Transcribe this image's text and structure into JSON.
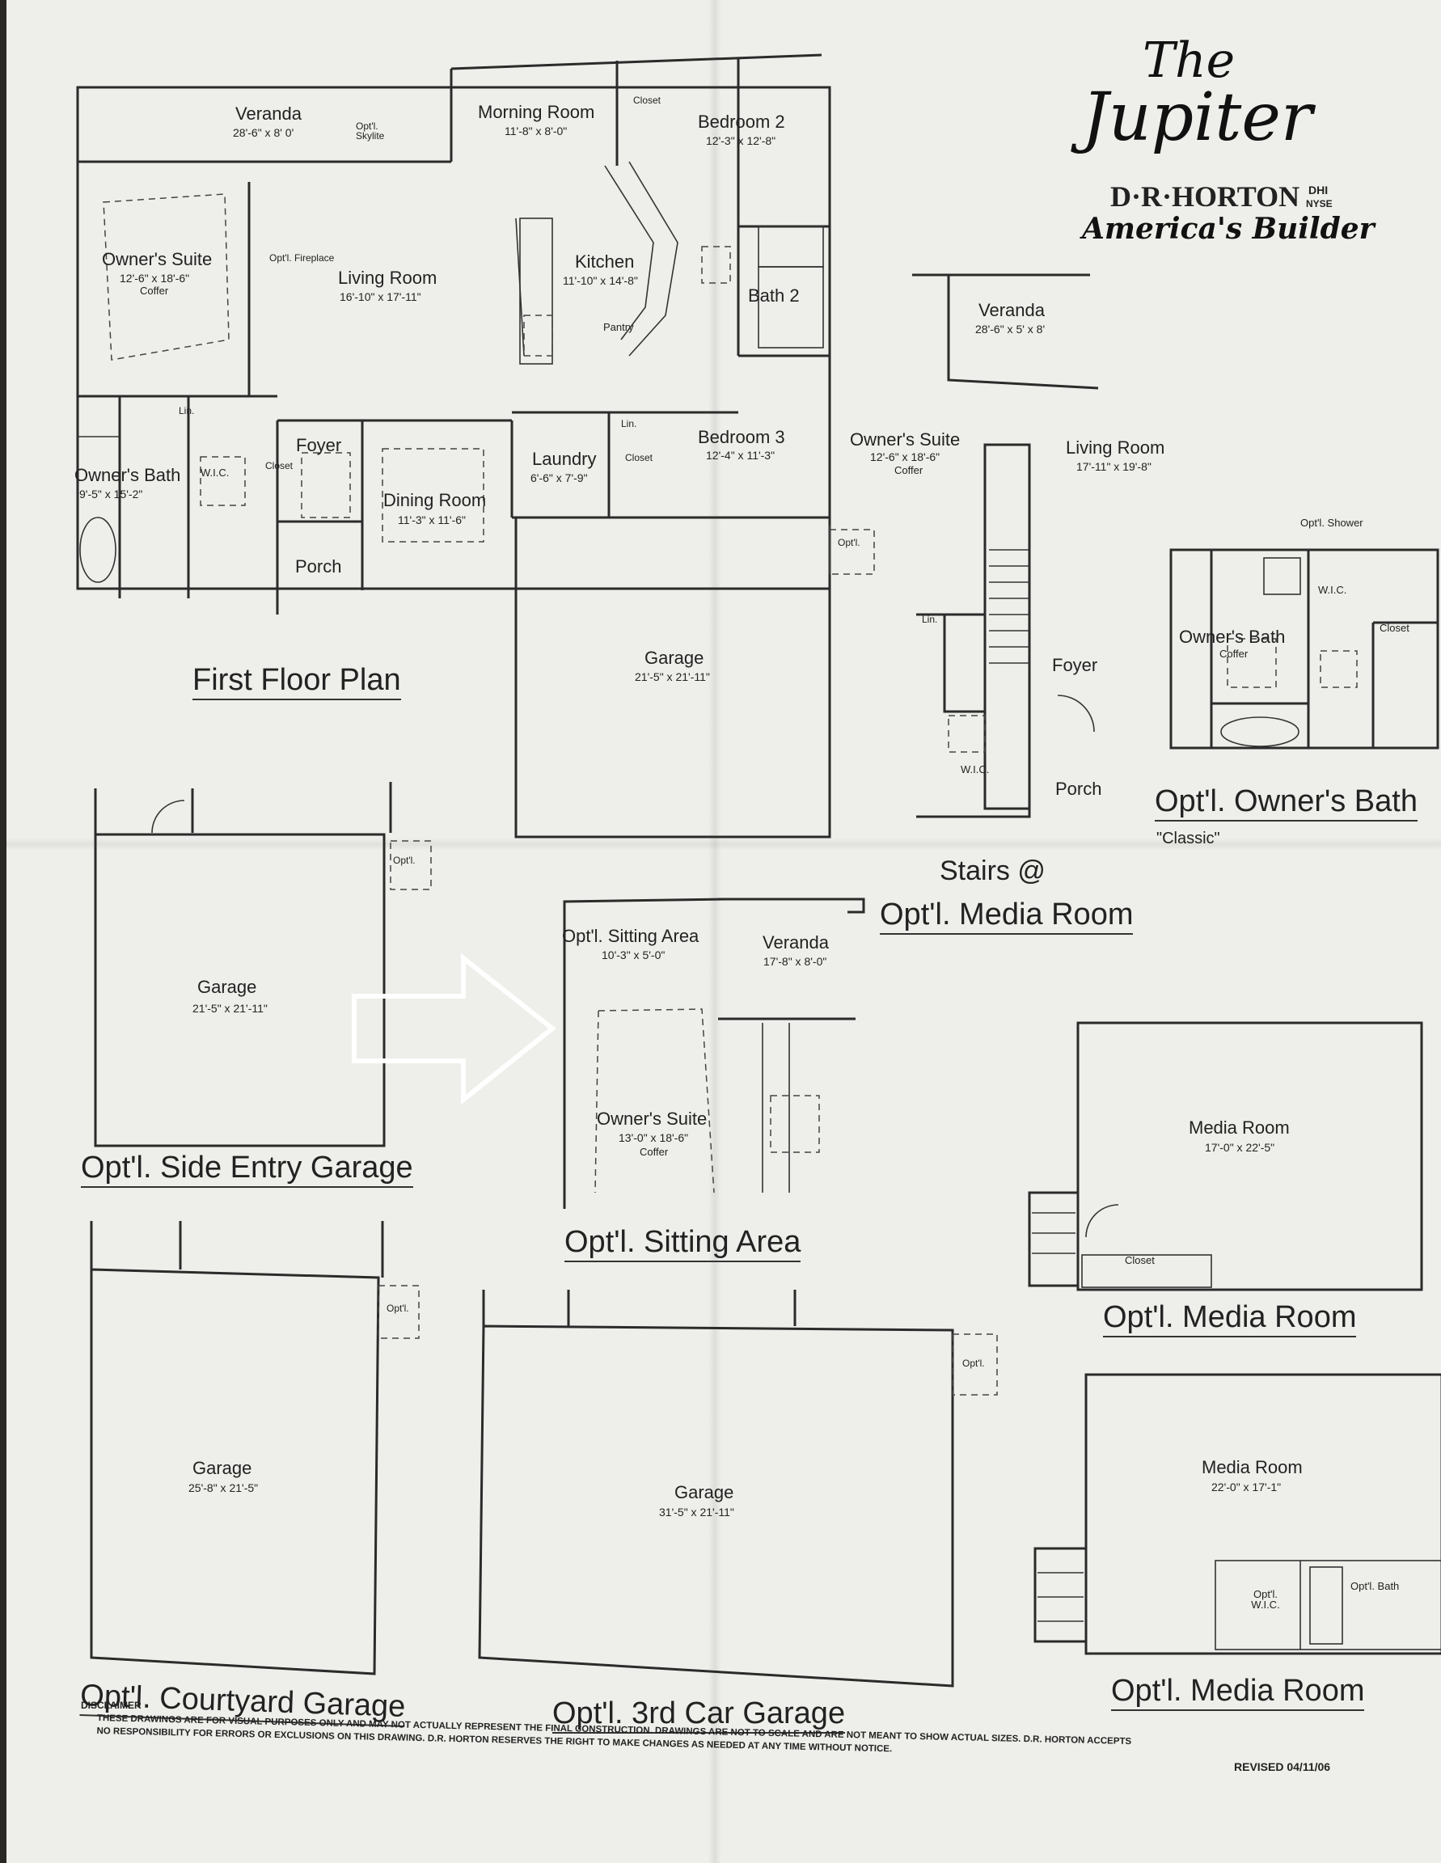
{
  "brand": {
    "title_the": "The",
    "title_name": "Jupiter",
    "company": "D·R·HORTON",
    "exchange_top": "DHI",
    "exchange_bottom": "NYSE",
    "tagline": "America's Builder"
  },
  "plans": {
    "first_floor": "First Floor Plan",
    "stairs_media_line1": "Stairs @",
    "stairs_media_line2": "Opt'l. Media Room",
    "opt_owners_bath": "Opt'l. Owner's Bath",
    "opt_owners_bath_sub": "\"Classic\"",
    "side_entry_garage": "Opt'l. Side Entry Garage",
    "sitting_area": "Opt'l. Sitting Area",
    "media_room_1": "Opt'l. Media Room",
    "courtyard_garage": "Opt'l. Courtyard Garage",
    "third_car_garage": "Opt'l. 3rd Car Garage",
    "media_room_2": "Opt'l. Media Room"
  },
  "first_floor_rooms": {
    "veranda": "Veranda",
    "veranda_dim": "28'-6\" x 8' 0'",
    "skylite": "Opt'l. Skylite",
    "morning_room": "Morning Room",
    "morning_room_dim": "11'-8\" x 8'-0\"",
    "closet_top": "Closet",
    "bedroom2": "Bedroom 2",
    "bedroom2_dim": "12'-3\" x 12'-8\"",
    "owners_suite": "Owner's Suite",
    "owners_suite_dim": "12'-6\" x 18'-6\"",
    "owners_suite_note": "Coffer",
    "fireplace": "Opt'l. Fireplace",
    "living_room": "Living Room",
    "living_room_dim": "16'-10\" x 17'-11\"",
    "kitchen": "Kitchen",
    "kitchen_dim": "11'-10\" x 14'-8\"",
    "pantry": "Pantry",
    "bath2": "Bath 2",
    "lin": "Lin.",
    "owners_bath": "Owner's Bath",
    "owners_bath_dim": "9'-5\" x 15'-2\"",
    "wic": "W.I.C.",
    "closet_foyer": "Closet",
    "foyer": "Foyer",
    "dining_room": "Dining Room",
    "dining_room_dim": "11'-3\" x 11'-6\"",
    "laundry": "Laundry",
    "laundry_dim": "6'-6\" x 7'-9\"",
    "lin2": "Lin.",
    "closet_laundry": "Closet",
    "bedroom3": "Bedroom 3",
    "bedroom3_dim": "12'-4\" x 11'-3\"",
    "porch": "Porch",
    "garage": "Garage",
    "garage_dim": "21'-5\" x 21'-11\"",
    "optl": "Opt'l."
  },
  "stairs_plan": {
    "veranda": "Veranda",
    "veranda_dim": "28'-6\" x 5' x 8'",
    "owners_suite": "Owner's Suite",
    "owners_suite_dim": "12'-6\" x 18'-6\"",
    "owners_suite_note": "Coffer",
    "living_room": "Living Room",
    "living_room_dim": "17'-11\" x 19'-8\"",
    "lin": "Lin.",
    "foyer": "Foyer",
    "wic": "W.I.C.",
    "porch": "Porch"
  },
  "bath_plan": {
    "shower": "Opt'l. Shower",
    "wic": "W.I.C.",
    "closet": "Closet",
    "owners_bath": "Owner's Bath",
    "note": "Coffer"
  },
  "side_garage": {
    "optl": "Opt'l.",
    "garage": "Garage",
    "dim": "21'-5\" x 21'-11\""
  },
  "sitting": {
    "sitting_area": "Opt'l. Sitting Area",
    "sitting_dim": "10'-3\" x 5'-0\"",
    "veranda": "Veranda",
    "veranda_dim": "17'-8\" x 8'-0\"",
    "owners_suite": "Owner's Suite",
    "owners_suite_dim": "13'-0\" x 18'-6\"",
    "owners_suite_note": "Coffer"
  },
  "media1": {
    "room": "Media Room",
    "dim": "17'-0\" x 22'-5\"",
    "closet": "Closet"
  },
  "courtyard": {
    "optl": "Opt'l.",
    "garage": "Garage",
    "dim": "25'-8\" x 21'-5\""
  },
  "third_car": {
    "optl": "Opt'l.",
    "garage": "Garage",
    "dim": "31'-5\" x 21'-11\""
  },
  "media2": {
    "room": "Media Room",
    "dim": "22'-0\" x 17'-1\"",
    "wic": "Opt'l. W.I.C.",
    "bath": "Opt'l. Bath"
  },
  "footer": {
    "disclaimer_title": "DISCLAIMER",
    "disclaimer_line1": "THESE DRAWINGS ARE FOR VISUAL PURPOSES ONLY AND MAY NOT ACTUALLY REPRESENT THE FINAL CONSTRUCTION. DRAWINGS ARE NOT TO SCALE AND ARE NOT MEANT TO SHOW ACTUAL SIZES. D.R. HORTON ACCEPTS",
    "disclaimer_line2": "NO RESPONSIBILITY FOR ERRORS OR EXCLUSIONS ON THIS DRAWING. D.R. HORTON RESERVES THE RIGHT TO MAKE CHANGES AS NEEDED AT ANY TIME WITHOUT NOTICE.",
    "revised": "REVISED 04/11/06"
  },
  "colors": {
    "paper": "#eeeeea",
    "ink": "#222222",
    "background": "#2a2825"
  }
}
